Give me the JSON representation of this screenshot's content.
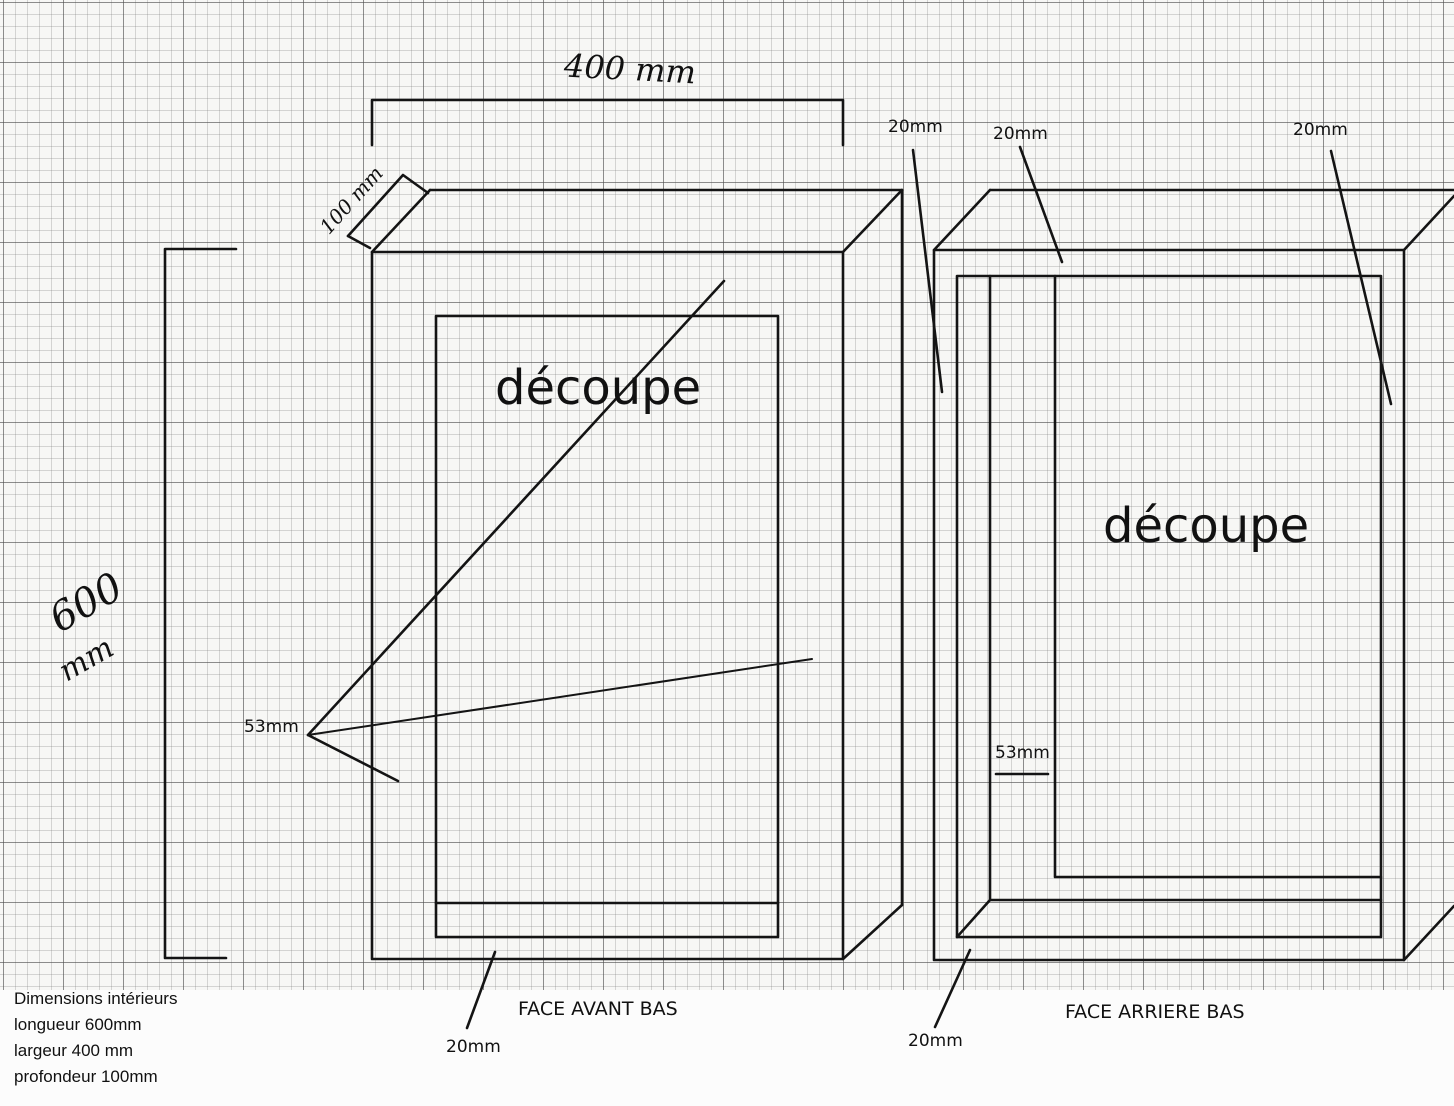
{
  "dimensions": {
    "width_hand": "400 mm",
    "height_hand_value": "600",
    "height_hand_unit": "mm",
    "depth_hand": "100 mm"
  },
  "front_panel": {
    "cutout_label": "découpe",
    "caption": "FACE AVANT BAS",
    "side_callout": "53mm",
    "bottom_callout": "20mm"
  },
  "back_panel": {
    "cutout_label": "découpe",
    "caption": "FACE ARRIERE BAS",
    "inner_callout": "53mm",
    "top_left_callout": "20mm",
    "top_mid_callout": "20mm",
    "top_right_callout": "20mm",
    "bottom_callout": "20mm"
  },
  "notes": {
    "title": "Dimensions intérieurs",
    "lines": [
      "longueur 600mm",
      "largeur 400 mm",
      "profondeur 100mm"
    ]
  }
}
